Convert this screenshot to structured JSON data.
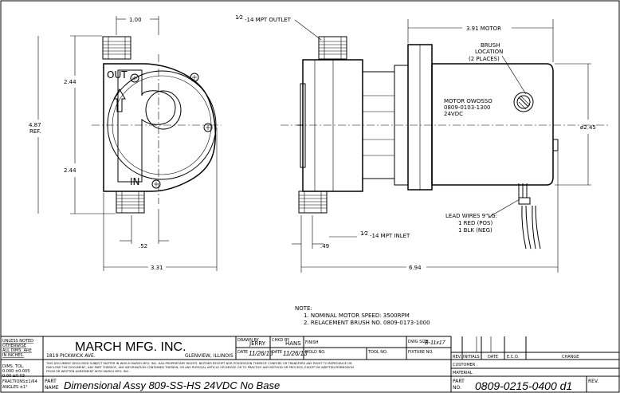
{
  "drawing": {
    "dims": {
      "d_1_00": "1.00",
      "d_2_44_top": "2.44",
      "d_2_44_bot": "2.44",
      "d_4_87": "4.87",
      "d_ref": "REF.",
      "d_52": ".52",
      "d_3_31": "3.31",
      "d_49": ".49",
      "d_6_94": "6.94",
      "d_3_91": "3.91 MOTOR",
      "d_245": "ø2.45"
    },
    "labels": {
      "outlet_frac": "1⁄2",
      "outlet_text": "-14 MPT OUTLET",
      "inlet_frac": "1⁄2",
      "inlet_text": "-14 MPT INLET",
      "out": "OUT",
      "in": "IN",
      "brush_1": "BRUSH",
      "brush_2": "LOCATION",
      "brush_3": "(2 PLACES)",
      "motor_1": "MOTOR OWOSSO",
      "motor_2": "0809-0103-1300",
      "motor_3": "24VDC",
      "lead_1": "LEAD WIRES 9\"LG:",
      "lead_2": "1 RED (POS)",
      "lead_3": "1 BLK (NEG)"
    },
    "notes": {
      "heading": "NOTE:",
      "n1": "1.  NOMINAL MOTOR SPEED: 3500RPM",
      "n2": "2.  RELACEMENT BRUSH NO. 0809-0173-1000"
    }
  },
  "title_block": {
    "tol_1": "UNLESS NOTED",
    "tol_2": "OTHERWISE",
    "tol_3": "ALL DIMS. ARE",
    "tol_4": "IN INCHES.",
    "tol_5": "DIMS.   TOL.",
    "tol_6": "0.000   ±0.005",
    "tol_7": "0.00    ±0.03",
    "tol_8": "FRACTIONS±1/64",
    "tol_9": "ANGLES  ±1°",
    "company": "MARCH MFG. INC.",
    "address": "1819 PICKWICK AVE.",
    "city": "GLENVIEW, ILLINOIS",
    "disclaimer_1": "THIS DOCUMENT DISCLOSED SUBJECT MATTER IN WHICH MARCH MFG. INC. HAS PROPRIETARY RIGHTS. NEITHER RECEIPT NOR POSSESSION THEREOF CONFERS OR TRANSFERS ANY RIGHT TO REPRODUCE OR",
    "disclaimer_2": "DISCLOSE THE DOCUMENT, ANY PART THEREOF, ANY INFORMATION CONTAINED THEREIN, OR ANY PHYSICAL ARTICLE OR DEVICE OR TO PRACTICE ANY METHOD OR PROCESS, EXCEPT BY WRITTEN PERMISSION",
    "disclaimer_3": "FROM OR WRITTEN AGREEMENT WITH MARCH MFG. INC.",
    "drawn_by_label": "DRAWN BY",
    "drawn_by": "JERRY",
    "chkd_by_label": "CHKD BY",
    "chkd_by": "HANS",
    "finish_label": "FINISH",
    "date_label": "DATE",
    "date1": "11/26/13",
    "date2": "11/26/13",
    "mold_label": "MOLD NO.",
    "tool_label": "TOOL NO.",
    "fixture_label": "FIXTURE NO.",
    "dwg_size_label": "DWG SIZE",
    "dwg_size": "B-11x17",
    "rev_label": "REV.",
    "initials_label": "INITIALS",
    "date_col_label": "DATE",
    "eco_label": "E.C.O.",
    "change_label": "CHANGE",
    "customer_label": "CUSTOMER",
    "material_label": "MATERIAL",
    "part_name_label_1": "PART",
    "part_name_label_2": "NAME",
    "part_name": "Dimensional Assy 809-SS-HS 24VDC No Base",
    "part_no_label_1": "PART",
    "part_no_label_2": "NO.",
    "part_no": "0809-0215-0400 d1",
    "rev_box_label": "REV."
  }
}
